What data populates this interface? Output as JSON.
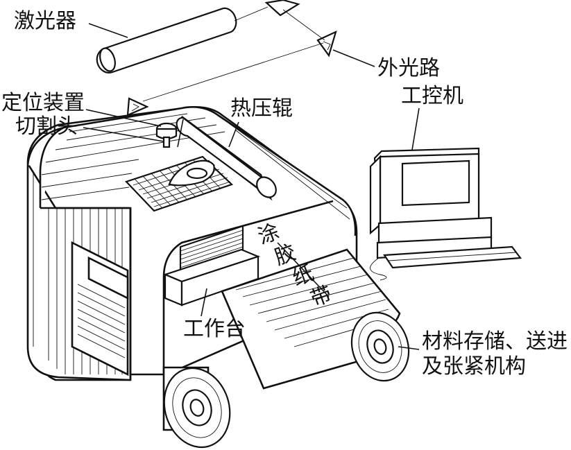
{
  "labels": {
    "laser": "激光器",
    "external_optical_path": "外光路",
    "positioning_device": "定位装置",
    "cutting_head": "切割头",
    "hot_pressing_roller": "热压辊",
    "industrial_computer": "工控机",
    "coated_paper_tape": [
      "涂",
      "胶",
      "纸",
      "带"
    ],
    "worktable": "工作台",
    "material_storage_line1": "材料存储、送进",
    "material_storage_line2": "及张紧机构"
  }
}
